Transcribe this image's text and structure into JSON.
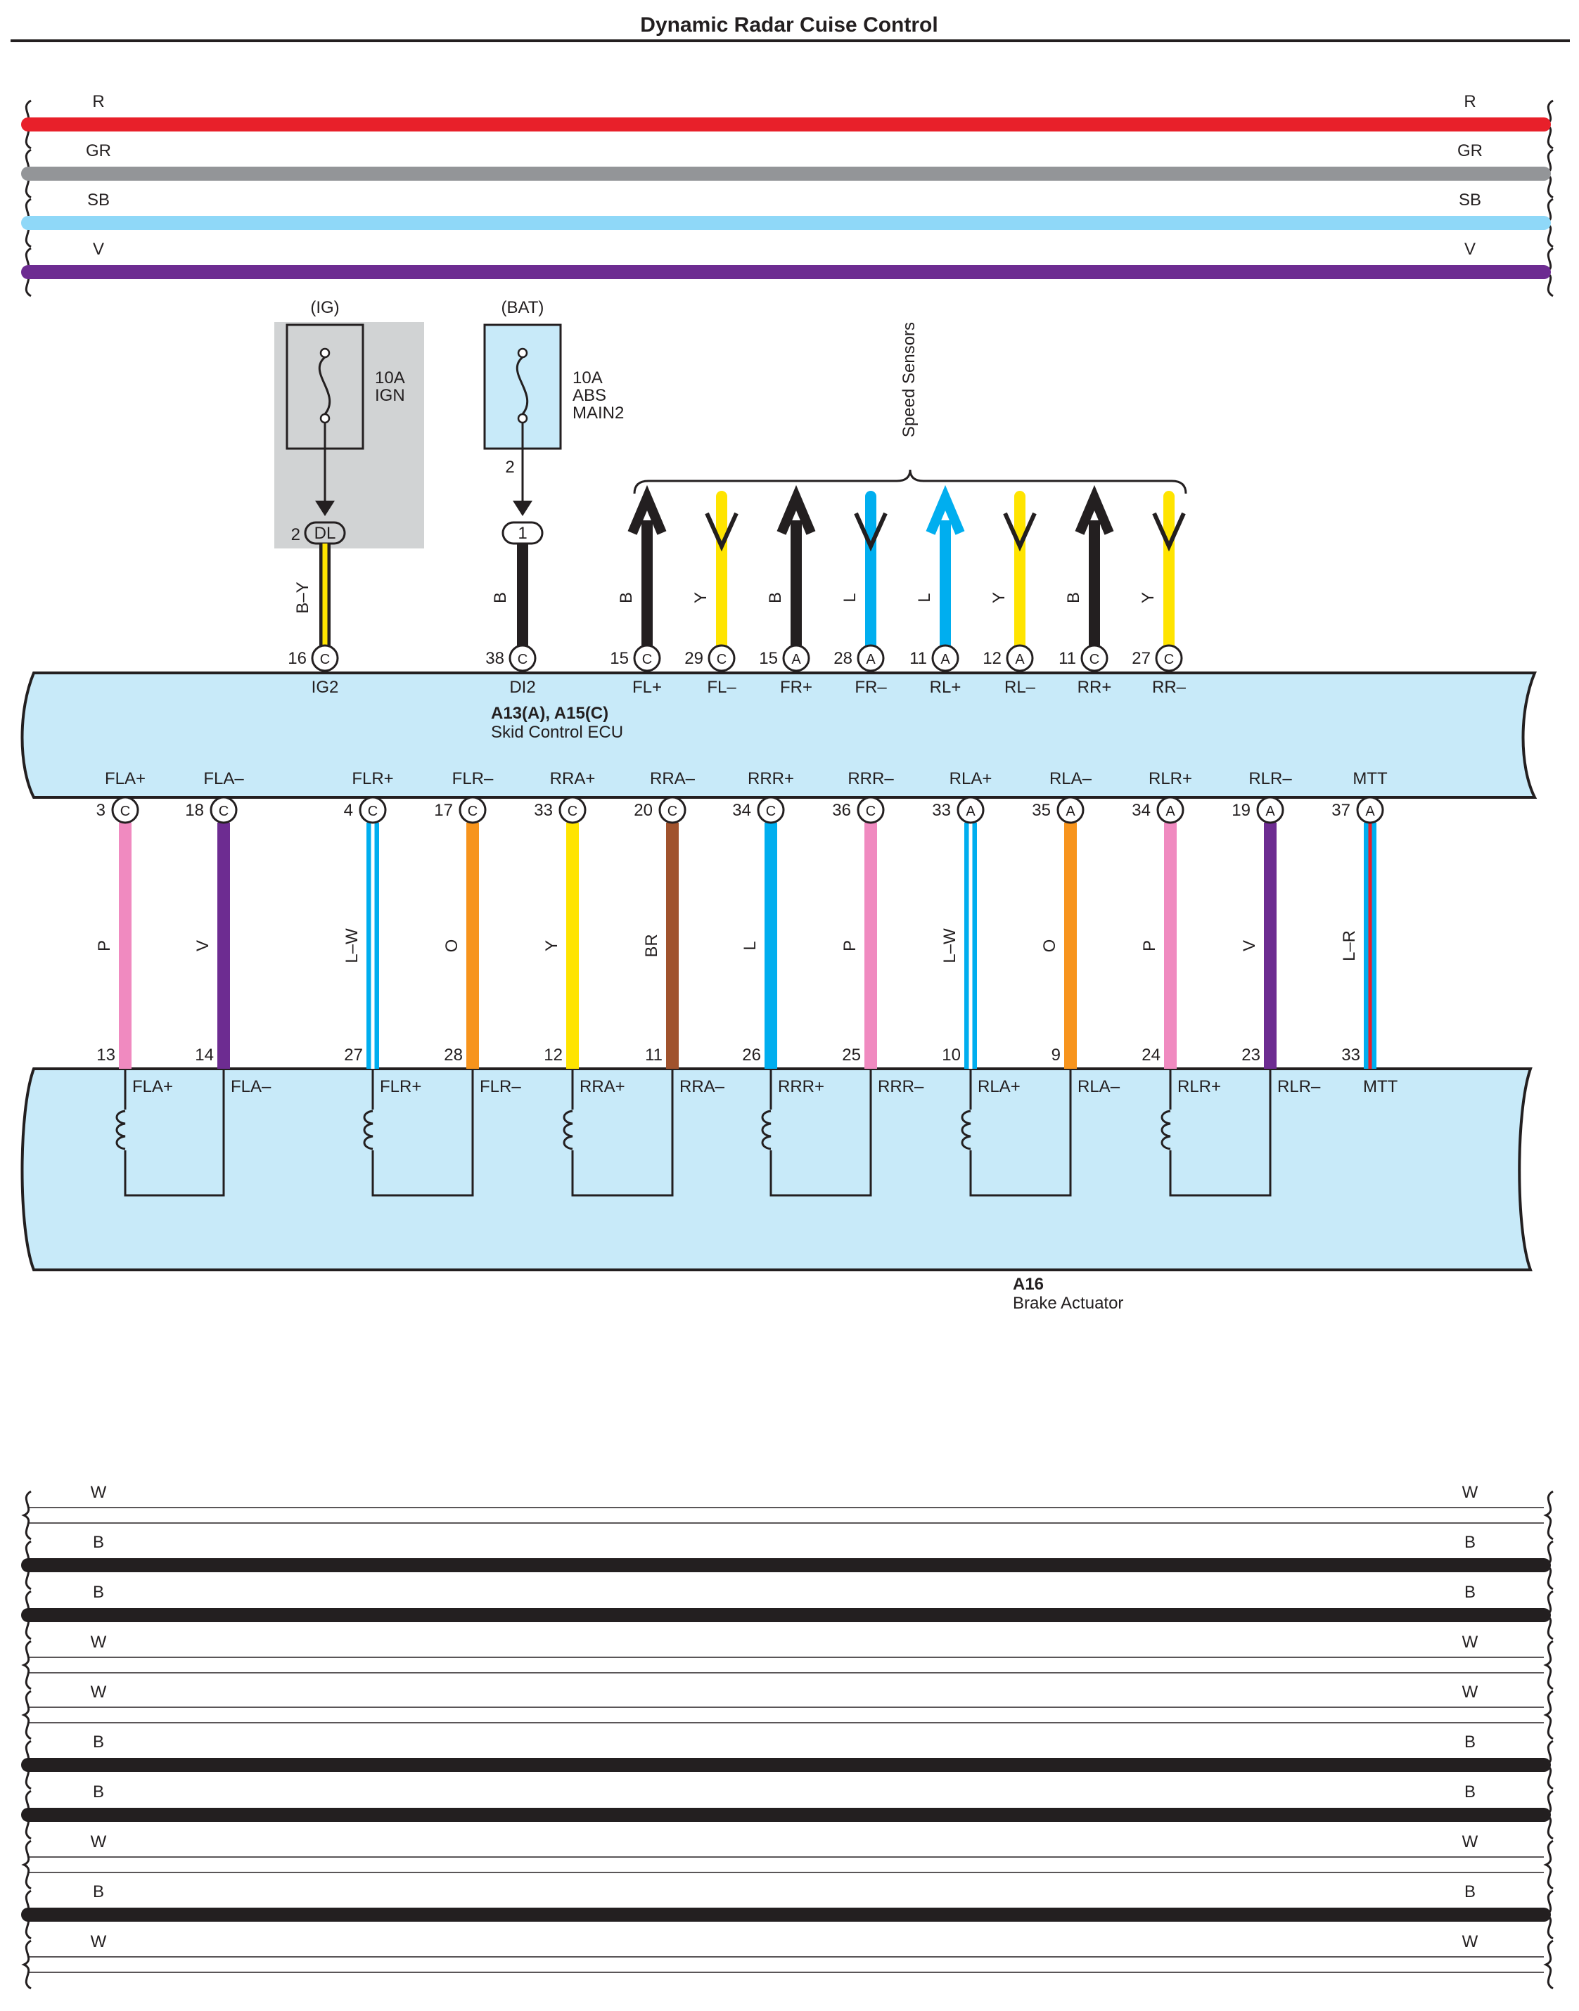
{
  "title": "Dynamic Radar Cuise Control",
  "colors": {
    "R": "#e8202a",
    "GR": "#939598",
    "SB": "#8fd8f8",
    "V": "#6d2c91",
    "B": "#231f20",
    "Y": "#ffe400",
    "L": "#00aeef",
    "P": "#f08ac0",
    "O": "#f7941d",
    "BR": "#a0522d",
    "W": "#ffffff",
    "box_blue": "#c8eaf9",
    "box_gray": "#d1d3d4"
  },
  "top_buses": [
    {
      "label": "R",
      "color": "R"
    },
    {
      "label": "GR",
      "color": "GR"
    },
    {
      "label": "SB",
      "color": "SB"
    },
    {
      "label": "V",
      "color": "V"
    }
  ],
  "bottom_buses": [
    {
      "label": "W",
      "color": "W"
    },
    {
      "label": "B",
      "color": "B"
    },
    {
      "label": "B",
      "color": "B"
    },
    {
      "label": "W",
      "color": "W"
    },
    {
      "label": "W",
      "color": "W"
    },
    {
      "label": "B",
      "color": "B"
    },
    {
      "label": "B",
      "color": "B"
    },
    {
      "label": "W",
      "color": "W"
    },
    {
      "label": "B",
      "color": "B"
    },
    {
      "label": "W",
      "color": "W"
    }
  ],
  "fuses": [
    {
      "supply": "(IG)",
      "rating": "10A",
      "name": "IGN",
      "name2": "",
      "pin": "",
      "connector_pin": "2",
      "connector": "DL",
      "wire": "B–Y",
      "ecu_pin": "16",
      "ecu_conn": "C",
      "terminal": "IG2"
    },
    {
      "supply": "(BAT)",
      "rating": "10A",
      "name": "ABS",
      "name2": "MAIN2",
      "pin": "2",
      "connector_pin": "",
      "connector": "1",
      "wire": "B",
      "ecu_pin": "38",
      "ecu_conn": "C",
      "terminal": "DI2"
    }
  ],
  "speed_sensors_label": "Speed Sensors",
  "sensor_wires": [
    {
      "wire": "B",
      "color": "B",
      "dir": "up",
      "pin": "15",
      "conn": "C",
      "terminal": "FL+"
    },
    {
      "wire": "Y",
      "color": "Y",
      "dir": "down",
      "pin": "29",
      "conn": "C",
      "terminal": "FL–"
    },
    {
      "wire": "B",
      "color": "B",
      "dir": "up",
      "pin": "15",
      "conn": "A",
      "terminal": "FR+"
    },
    {
      "wire": "L",
      "color": "L",
      "dir": "down",
      "pin": "28",
      "conn": "A",
      "terminal": "FR–"
    },
    {
      "wire": "L",
      "color": "L",
      "dir": "up",
      "pin": "11",
      "conn": "A",
      "terminal": "RL+"
    },
    {
      "wire": "Y",
      "color": "Y",
      "dir": "down",
      "pin": "12",
      "conn": "A",
      "terminal": "RL–"
    },
    {
      "wire": "B",
      "color": "B",
      "dir": "up",
      "pin": "11",
      "conn": "C",
      "terminal": "RR+"
    },
    {
      "wire": "Y",
      "color": "Y",
      "dir": "down",
      "pin": "27",
      "conn": "C",
      "terminal": "RR–"
    }
  ],
  "ecu": {
    "id": "A13(A), A15(C)",
    "name": "Skid Control ECU"
  },
  "actuator_wires": [
    {
      "terminal": "FLA+",
      "pin": "3",
      "conn": "C",
      "wire": "P",
      "color": "P",
      "stripe": "",
      "act_pin": "13"
    },
    {
      "terminal": "FLA–",
      "pin": "18",
      "conn": "C",
      "wire": "V",
      "color": "V",
      "stripe": "",
      "act_pin": "14"
    },
    {
      "terminal": "FLR+",
      "pin": "4",
      "conn": "C",
      "wire": "L–W",
      "color": "L",
      "stripe": "W",
      "act_pin": "27"
    },
    {
      "terminal": "FLR–",
      "pin": "17",
      "conn": "C",
      "wire": "O",
      "color": "O",
      "stripe": "",
      "act_pin": "28"
    },
    {
      "terminal": "RRA+",
      "pin": "33",
      "conn": "C",
      "wire": "Y",
      "color": "Y",
      "stripe": "",
      "act_pin": "12"
    },
    {
      "terminal": "RRA–",
      "pin": "20",
      "conn": "C",
      "wire": "BR",
      "color": "BR",
      "stripe": "",
      "act_pin": "11"
    },
    {
      "terminal": "RRR+",
      "pin": "34",
      "conn": "C",
      "wire": "L",
      "color": "L",
      "stripe": "",
      "act_pin": "26"
    },
    {
      "terminal": "RRR–",
      "pin": "36",
      "conn": "C",
      "wire": "P",
      "color": "P",
      "stripe": "",
      "act_pin": "25"
    },
    {
      "terminal": "RLA+",
      "pin": "33",
      "conn": "A",
      "wire": "L–W",
      "color": "L",
      "stripe": "W",
      "act_pin": "10"
    },
    {
      "terminal": "RLA–",
      "pin": "35",
      "conn": "A",
      "wire": "O",
      "color": "O",
      "stripe": "",
      "act_pin": "9"
    },
    {
      "terminal": "RLR+",
      "pin": "34",
      "conn": "A",
      "wire": "P",
      "color": "P",
      "stripe": "",
      "act_pin": "24"
    },
    {
      "terminal": "RLR–",
      "pin": "19",
      "conn": "A",
      "wire": "V",
      "color": "V",
      "stripe": "",
      "act_pin": "23"
    },
    {
      "terminal": "MTT",
      "pin": "37",
      "conn": "A",
      "wire": "L–R",
      "color": "L",
      "stripe": "R",
      "act_pin": "33"
    }
  ],
  "actuator": {
    "id": "A16",
    "name": "Brake Actuator"
  }
}
